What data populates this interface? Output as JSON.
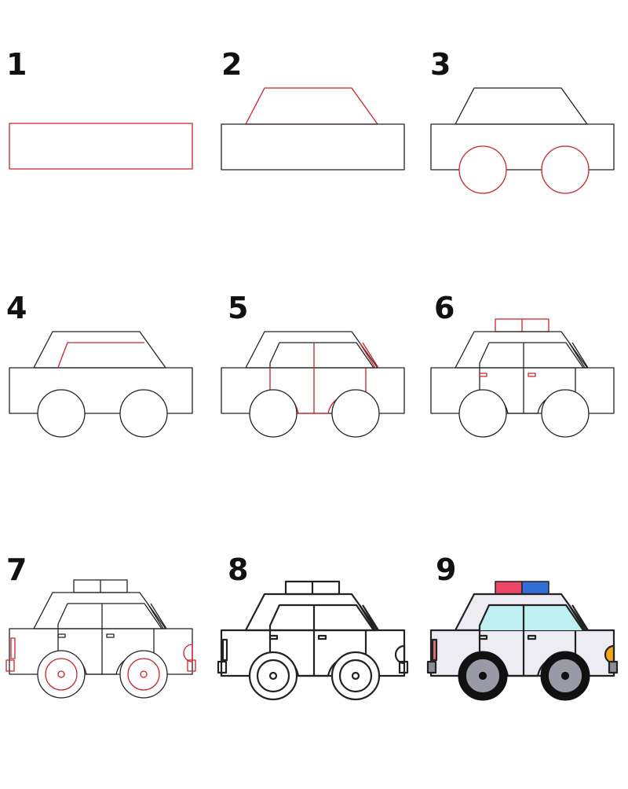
{
  "steps": [
    {
      "number": "1"
    },
    {
      "number": "2"
    },
    {
      "number": "3"
    },
    {
      "number": "4"
    },
    {
      "number": "5"
    },
    {
      "number": "6"
    },
    {
      "number": "7"
    },
    {
      "number": "8"
    },
    {
      "number": "9"
    }
  ],
  "colors": {
    "outline": "#222222",
    "new_line": "#d0202a",
    "body_fill": "#ececf2",
    "window_fill": "#bfeff3",
    "siren_red": "#ec4766",
    "siren_blue": "#2f6fd6",
    "tire": "#111111",
    "hubcap": "#9a9aa6",
    "tail_light": "#e2707e",
    "head_light": "#f2a516",
    "bumper": "#8c8c94"
  }
}
